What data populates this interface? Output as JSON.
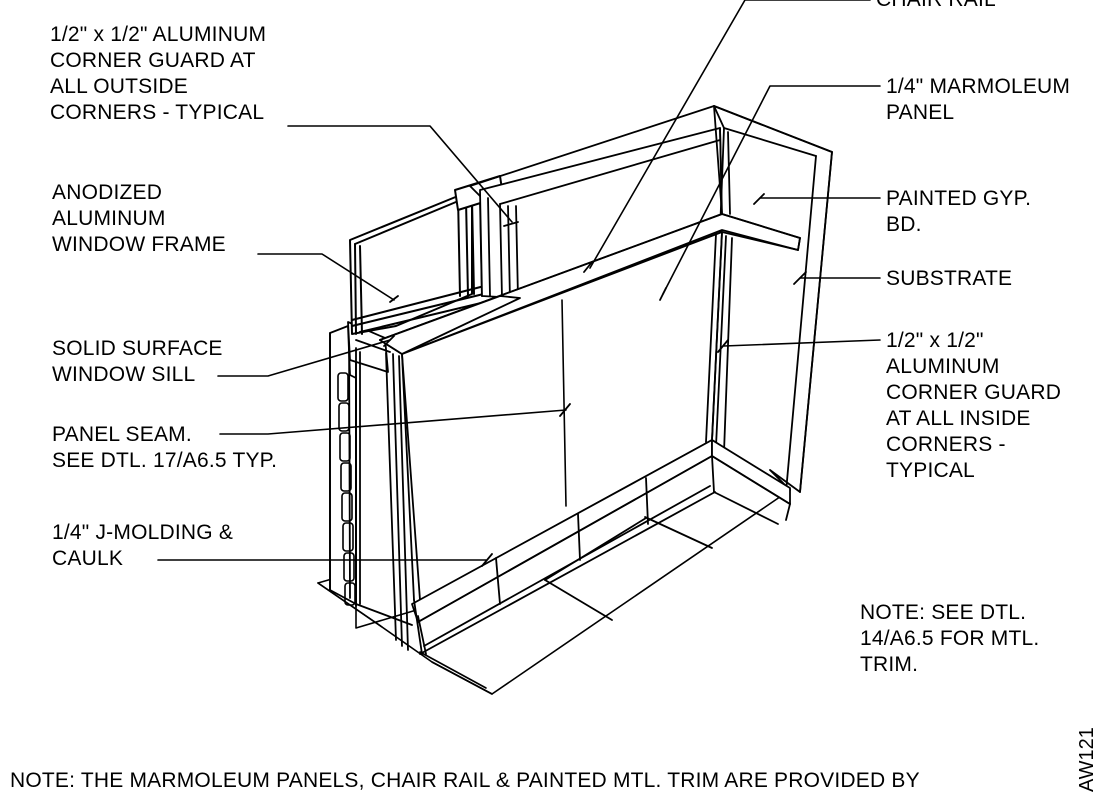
{
  "labels": {
    "chair_rail": [
      "CHAIR RAIL"
    ],
    "outside_corner_guard": [
      "1/2\" x 1/2\" ALUMINUM",
      "CORNER GUARD AT",
      "ALL OUTSIDE",
      "CORNERS - TYPICAL"
    ],
    "marmoleum_panel": [
      "1/4\" MARMOLEUM",
      "PANEL"
    ],
    "window_frame": [
      "ANODIZED",
      "ALUMINUM",
      "WINDOW FRAME"
    ],
    "painted_gyp": [
      "PAINTED GYP.",
      "BD."
    ],
    "substrate": [
      "SUBSTRATE"
    ],
    "window_sill": [
      "SOLID SURFACE",
      "WINDOW SILL"
    ],
    "inside_corner_guard": [
      "1/2\" x 1/2\"",
      "ALUMINUM",
      "CORNER GUARD",
      "AT ALL INSIDE",
      "CORNERS -",
      "TYPICAL"
    ],
    "panel_seam": [
      "PANEL SEAM.",
      "SEE DTL. 17/A6.5 TYP."
    ],
    "j_molding": [
      "1/4\" J-MOLDING &",
      "CAULK"
    ],
    "note_trim": [
      "NOTE:  SEE DTL.",
      "14/A6.5 FOR MTL.",
      "TRIM."
    ]
  },
  "note_bottom": "NOTE:  THE MARMOLEUM PANELS, CHAIR RAIL & PAINTED MTL. TRIM ARE PROVIDED BY",
  "sheet_tag": "AW121",
  "colors": {
    "line": "#000000",
    "background": "#ffffff"
  }
}
